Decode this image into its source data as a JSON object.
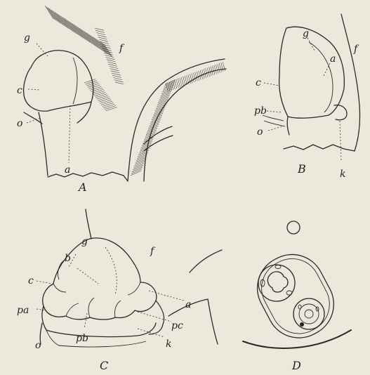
{
  "panels": {
    "A": {
      "caption": "A",
      "labels": {
        "g": "g",
        "f": "f",
        "c": "c",
        "o": "o",
        "a": "a"
      }
    },
    "B": {
      "caption": "B",
      "labels": {
        "g": "g",
        "a": "a",
        "f": "f",
        "c": "c",
        "pb": "pb",
        "o": "o",
        "k": "k"
      }
    },
    "C": {
      "caption": "C",
      "labels": {
        "g": "g",
        "f": "f",
        "b": "b",
        "c": "c",
        "pa": "pa",
        "a": "a",
        "pc": "pc",
        "o": "o",
        "pb": "pb",
        "k": "k"
      }
    },
    "D": {
      "caption": "D"
    }
  }
}
